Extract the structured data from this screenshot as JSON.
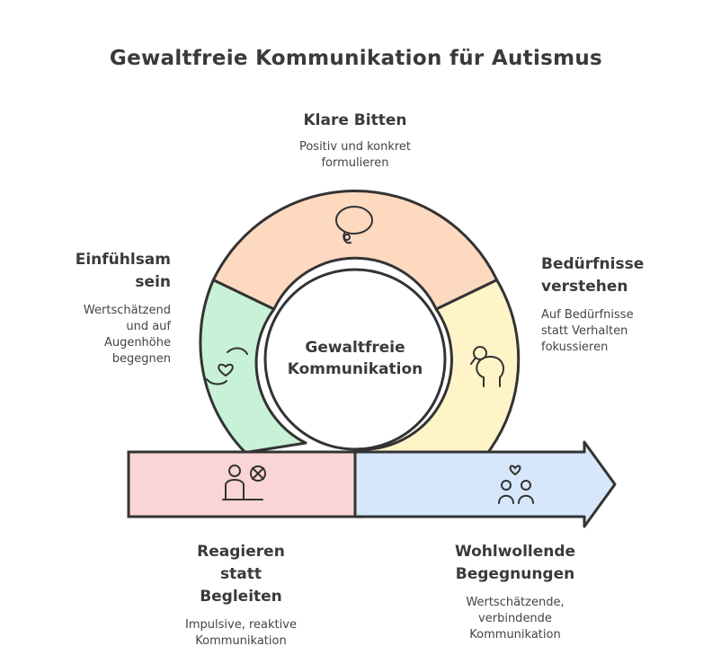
{
  "title": "Gewaltfreie Kommunikation für Autismus",
  "center": {
    "line1": "Gewaltfreie",
    "line2": "Kommunikation"
  },
  "segments": [
    {
      "heading": "Klare Bitten",
      "description": [
        "Positiv und konkret",
        "formulieren"
      ],
      "icon": "speech-bubble-icon",
      "color": "#fdd9c0"
    },
    {
      "heading": [
        "Bedürfnisse",
        "verstehen"
      ],
      "description": [
        "Auf Bedürfnisse",
        "statt Verhalten",
        "fokussieren"
      ],
      "icon": "head-with-magnifier-icon",
      "color": "#fff4c8"
    },
    {
      "heading": [
        "Wohlwollende",
        "Begegnungen"
      ],
      "description": [
        "Wertschätzende,",
        "verbindende",
        "Kommunikation"
      ],
      "icon": "two-people-heart-icon",
      "color": "#d6e6fb"
    },
    {
      "heading": [
        "Reagieren",
        "statt",
        "Begleiten"
      ],
      "description": [
        "Impulsive, reaktive",
        "Kommunikation"
      ],
      "icon": "person-reject-icon",
      "color": "#fbd5d5"
    },
    {
      "heading": [
        "Einfühlsam",
        "sein"
      ],
      "description": [
        "Wertschätzend",
        "und auf",
        "Augenhöhe",
        "begegnen"
      ],
      "icon": "hands-heart-icon",
      "color": "#c8f2d8"
    }
  ]
}
